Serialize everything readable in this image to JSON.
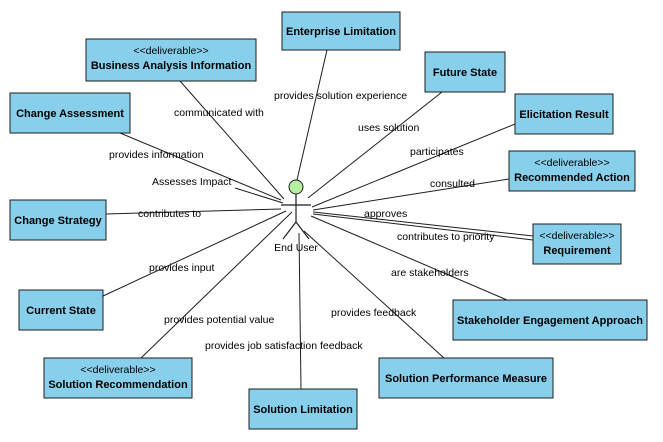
{
  "actor": {
    "name": "End User"
  },
  "nodes": [
    {
      "id": "enterprise-limitation",
      "stereotype": "",
      "name": "Enterprise Limitation"
    },
    {
      "id": "business-analysis-information",
      "stereotype": "<<deliverable>>",
      "name": "Business Analysis Information"
    },
    {
      "id": "future-state",
      "stereotype": "",
      "name": "Future State"
    },
    {
      "id": "change-assessment",
      "stereotype": "",
      "name": "Change Assessment"
    },
    {
      "id": "elicitation-result",
      "stereotype": "",
      "name": "Elicitation Result"
    },
    {
      "id": "recommended-action",
      "stereotype": "<<deliverable>>",
      "name": "Recommended Action"
    },
    {
      "id": "change-strategy",
      "stereotype": "",
      "name": "Change Strategy"
    },
    {
      "id": "requirement",
      "stereotype": "<<deliverable>>",
      "name": "Requirement"
    },
    {
      "id": "current-state",
      "stereotype": "",
      "name": "Current State"
    },
    {
      "id": "stakeholder-engagement-approach",
      "stereotype": "",
      "name": "Stakeholder Engagement Approach"
    },
    {
      "id": "solution-recommendation",
      "stereotype": "<<deliverable>>",
      "name": "Solution Recommendation"
    },
    {
      "id": "solution-performance-measure",
      "stereotype": "",
      "name": "Solution Performance Measure"
    },
    {
      "id": "solution-limitation",
      "stereotype": "",
      "name": "Solution Limitation"
    }
  ],
  "edges": [
    {
      "to": "business-analysis-information",
      "label": "communicated with"
    },
    {
      "to": "enterprise-limitation",
      "label": "provides solution experience"
    },
    {
      "to": "future-state",
      "label": "uses solution"
    },
    {
      "to": "change-assessment",
      "label": "provides information"
    },
    {
      "to": "change-assessment",
      "label": "Assesses Impact"
    },
    {
      "to": "elicitation-result",
      "label": "participates"
    },
    {
      "to": "recommended-action",
      "label": "consulted"
    },
    {
      "to": "change-strategy",
      "label": "contributes to"
    },
    {
      "to": "requirement",
      "label": "approves"
    },
    {
      "to": "requirement",
      "label": "contributes to priority"
    },
    {
      "to": "stakeholder-engagement-approach",
      "label": "are stakeholders"
    },
    {
      "to": "current-state",
      "label": "provides input"
    },
    {
      "to": "solution-recommendation",
      "label": "provides potential value"
    },
    {
      "to": "solution-performance-measure",
      "label": "provides feedback"
    },
    {
      "to": "solution-limitation",
      "label": "provides job satisfaction feedback"
    }
  ]
}
